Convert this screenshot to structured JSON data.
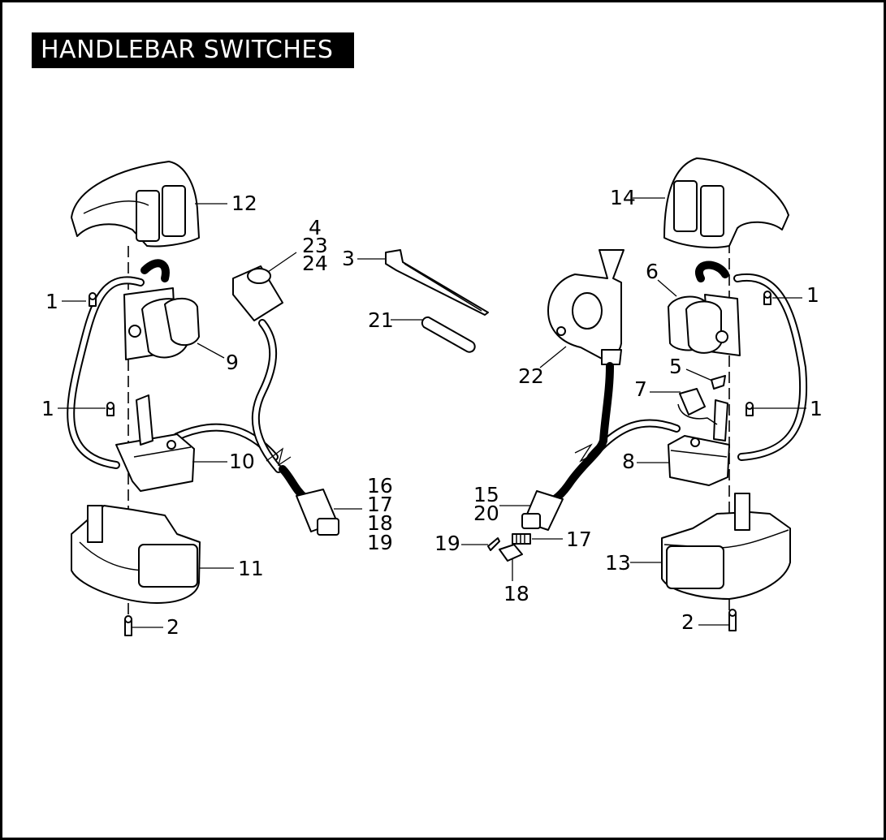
{
  "title": "HANDLEBAR SWITCHES",
  "callouts": {
    "c1a": "1",
    "c1b": "1",
    "c1c": "1",
    "c1d": "1",
    "c2a": "2",
    "c2b": "2",
    "c3": "3",
    "c4": "4",
    "c5": "5",
    "c6": "6",
    "c7": "7",
    "c8": "8",
    "c9": "9",
    "c10": "10",
    "c11": "11",
    "c12": "12",
    "c13": "13",
    "c14": "14",
    "c15": "15",
    "c16": "16",
    "c17a": "17",
    "c17b": "17",
    "c18a": "18",
    "c18b": "18",
    "c19a": "19",
    "c19b": "19",
    "c20": "20",
    "c21": "21",
    "c22": "22",
    "c23": "23",
    "c24": "24"
  }
}
